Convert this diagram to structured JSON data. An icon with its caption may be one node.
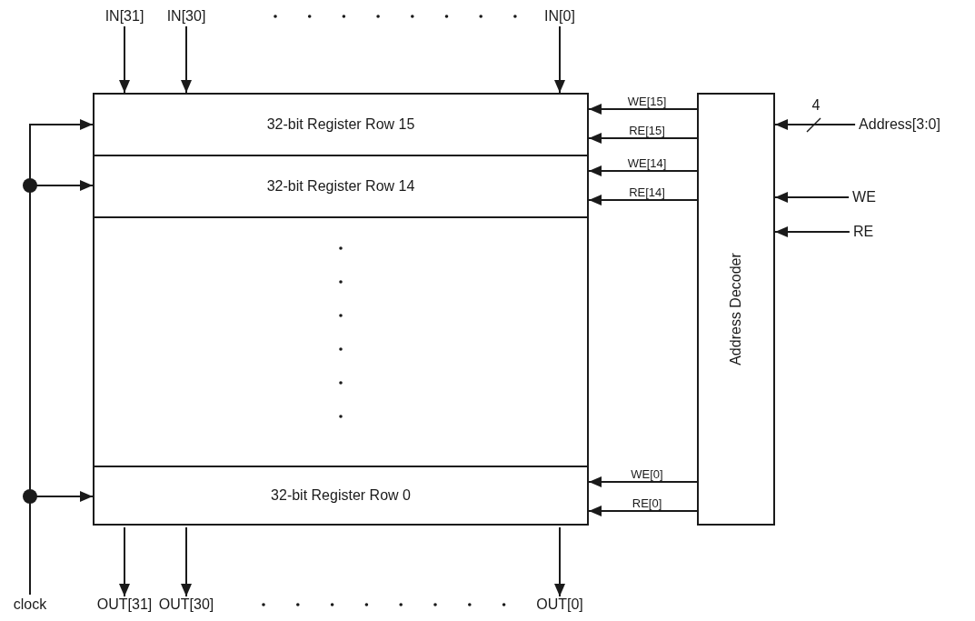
{
  "diagram": {
    "nodes": [
      {
        "text": [
          "32-bit Register Row 15"
        ]
      },
      {
        "text": [
          "32-bit Register Row 14"
        ]
      },
      {
        "text": [],
        "shape": "box"
      },
      {
        "text": [
          "32-bit Register Row 0"
        ]
      },
      {
        "text": [
          "Address Decoder"
        ]
      },
      {
        "text": [
          "IN[31]"
        ]
      },
      {
        "text": [
          "IN[30]"
        ]
      },
      {
        "text": [
          "IN[0]"
        ]
      },
      {
        "text": [
          "OUT[31]"
        ]
      },
      {
        "text": [
          "OUT[30]"
        ]
      },
      {
        "text": [
          "OUT[0]"
        ]
      },
      {
        "text": [
          "clock"
        ]
      },
      {
        "text": [
          "Address[3:0]"
        ]
      },
      {
        "text": [
          "WE"
        ]
      },
      {
        "text": [
          "RE"
        ]
      }
    ],
    "edges": [
      {
        "from": 5,
        "to": 0,
        "arrow": "to"
      },
      {
        "from": 6,
        "to": 0,
        "arrow": "to"
      },
      {
        "from": 7,
        "to": 0,
        "arrow": "to"
      },
      {
        "from": 3,
        "to": 8,
        "arrow": "to"
      },
      {
        "from": 3,
        "to": 9,
        "arrow": "to"
      },
      {
        "from": 3,
        "to": 10,
        "arrow": "to"
      },
      {
        "from": 11,
        "to": 0,
        "arrow": "to"
      },
      {
        "from": 11,
        "to": 1,
        "arrow": "to"
      },
      {
        "from": 11,
        "to": 3,
        "arrow": "to"
      },
      {
        "from": 4,
        "to": 0,
        "arrow": "to",
        "label": "WE[15]"
      },
      {
        "from": 4,
        "to": 0,
        "arrow": "to",
        "label": "RE[15]"
      },
      {
        "from": 4,
        "to": 1,
        "arrow": "to",
        "label": "WE[14]"
      },
      {
        "from": 4,
        "to": 1,
        "arrow": "to",
        "label": "RE[14]"
      },
      {
        "from": 4,
        "to": 3,
        "arrow": "to",
        "label": "WE[0]"
      },
      {
        "from": 4,
        "to": 3,
        "arrow": "to",
        "label": "RE[0]"
      },
      {
        "from": 12,
        "to": 4,
        "arrow": "to",
        "label": "4"
      },
      {
        "from": 13,
        "to": 4,
        "arrow": "to"
      },
      {
        "from": 14,
        "to": 4,
        "arrow": "to"
      }
    ]
  }
}
